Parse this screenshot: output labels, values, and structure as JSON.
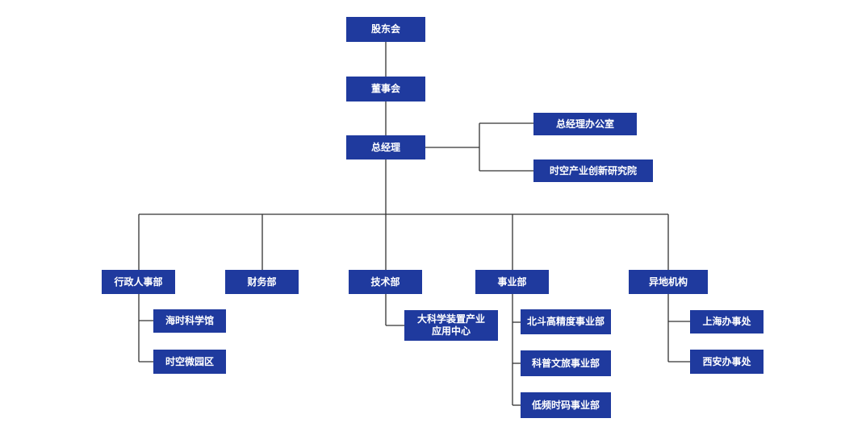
{
  "org": {
    "shareholders": "股东会",
    "board": "董事会",
    "gm": "总经理",
    "gm_office": "总经理办公室",
    "research_institute": "时空产业创新研究院",
    "dept_admin": "行政人事部",
    "dept_finance": "财务部",
    "dept_tech": "技术部",
    "dept_business": "事业部",
    "dept_remote": "异地机构",
    "admin_sub_1": "海时科学馆",
    "admin_sub_2": "时空微园区",
    "tech_sub_1_line1": "大科学装置产业",
    "tech_sub_1_line2": "应用中心",
    "biz_sub_1": "北斗高精度事业部",
    "biz_sub_2": "科普文旅事业部",
    "biz_sub_3": "低频时码事业部",
    "remote_sub_1": "上海办事处",
    "remote_sub_2": "西安办事处"
  },
  "colors": {
    "node_fill": "#1f3a9e",
    "node_text": "#ffffff",
    "connector": "#333333"
  }
}
